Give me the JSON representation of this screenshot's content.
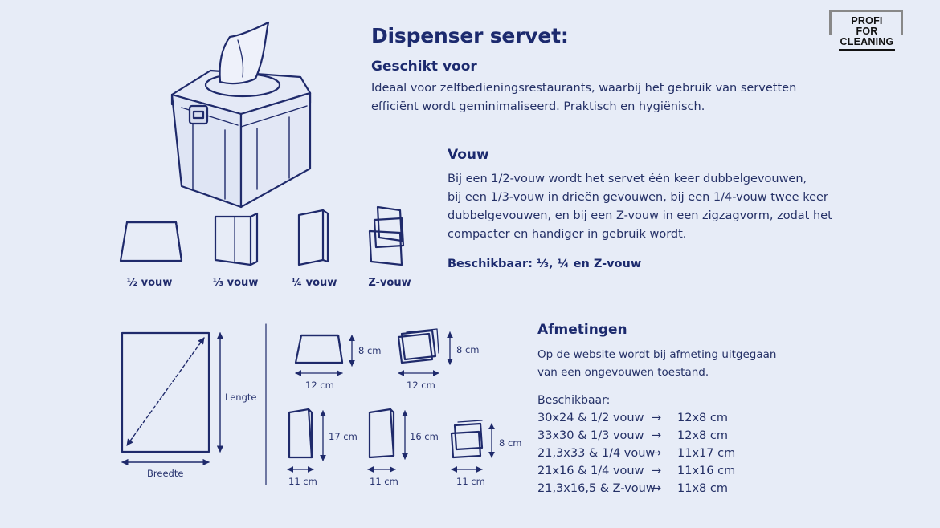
{
  "title": "Dispenser servet:",
  "suitable": {
    "heading": "Geschikt voor",
    "lines": [
      "Ideaal voor zelfbedieningsrestaurants, waarbij het gebruik van servetten",
      "efficiënt wordt geminimaliseerd. Praktisch en hygiënisch."
    ]
  },
  "fold": {
    "heading": "Vouw",
    "lines": [
      "Bij een 1/2-vouw wordt het servet één keer dubbelgevouwen,",
      "bij een 1/3-vouw in drieën gevouwen, bij een 1/4-vouw twee keer",
      "dubbelgevouwen, en bij een Z-vouw in een zigzagvorm, zodat het",
      "compacter en handiger in gebruik wordt."
    ],
    "available": "Beschikbaar: ⅓, ¼ en Z-vouw"
  },
  "fold_labels": [
    "½ vouw",
    "⅓ vouw",
    "¼ vouw",
    "Z-vouw"
  ],
  "unfolded": {
    "length_label": "Lengte",
    "width_label": "Breedte"
  },
  "folded_dims": {
    "half": {
      "height": "8 cm",
      "width": "12 cm"
    },
    "z_top": {
      "height": "8 cm",
      "width": "12 cm"
    },
    "third": {
      "height": "17 cm",
      "width": "11 cm"
    },
    "quarter": {
      "height": "16 cm",
      "width": "11 cm"
    },
    "z_bottom": {
      "height": "8 cm",
      "width": "11 cm"
    }
  },
  "dimensions": {
    "heading": "Afmetingen",
    "lines": [
      "Op de website wordt bij afmeting uitgegaan",
      "van een ongevouwen toestand."
    ],
    "available_label": "Beschikbaar:",
    "rows": [
      {
        "size": "30x24 & 1/2 vouw",
        "arrow": "→",
        "result": "12x8 cm"
      },
      {
        "size": "33x30 & 1/3 vouw",
        "arrow": "→",
        "result": "12x8 cm"
      },
      {
        "size": "21,3x33 & 1/4 vouw",
        "arrow": "→",
        "result": "11x17 cm"
      },
      {
        "size": "21x16 & 1/4 vouw",
        "arrow": "→",
        "result": "11x16 cm"
      },
      {
        "size": "21,3x16,5 & Z-vouw",
        "arrow": "→",
        "result": "11x8 cm"
      }
    ]
  },
  "logo": {
    "line1": "PROFI",
    "line2": "FOR",
    "line3": "CLEANING"
  },
  "colors": {
    "background": "#e7ecf7",
    "ink": "#1c2a6e"
  }
}
